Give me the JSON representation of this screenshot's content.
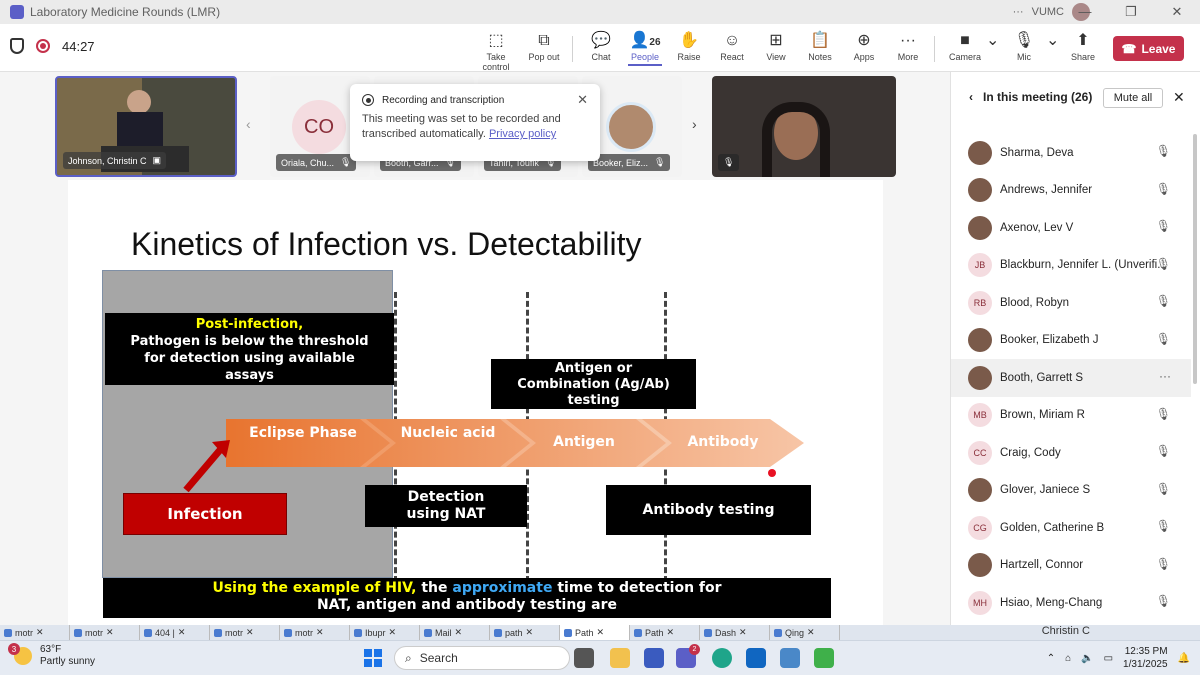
{
  "window": {
    "title": "Laboratory Medicine Rounds (LMR)",
    "account": "VUMC",
    "dots": "···"
  },
  "toolbar": {
    "timer": "44:27",
    "buttons": [
      {
        "label": "Take control",
        "icon": "take-control-icon"
      },
      {
        "label": "Pop out",
        "icon": "pop-out-icon"
      },
      {
        "label": "Chat",
        "icon": "chat-icon"
      },
      {
        "label": "People",
        "icon": "people-icon",
        "count": "26"
      },
      {
        "label": "Raise",
        "icon": "raise-hand-icon"
      },
      {
        "label": "React",
        "icon": "react-icon"
      },
      {
        "label": "View",
        "icon": "view-icon"
      },
      {
        "label": "Notes",
        "icon": "notes-icon"
      },
      {
        "label": "Apps",
        "icon": "apps-icon"
      },
      {
        "label": "More",
        "icon": "more-icon"
      },
      {
        "label": "Camera",
        "icon": "camera-icon"
      },
      {
        "label": "Mic",
        "icon": "mic-off-icon"
      },
      {
        "label": "Share",
        "icon": "share-icon"
      }
    ],
    "leave_label": "Leave"
  },
  "tiles": [
    {
      "name": "Johnson, Christin C"
    },
    {
      "name": "Oriala, Chu...",
      "initials": "CO"
    },
    {
      "name": "Booth, Garr..."
    },
    {
      "name": "Tahiri, Toufik"
    },
    {
      "name": "Booker, Eliz..."
    }
  ],
  "popup": {
    "title": "Recording and transcription",
    "body": "This meeting was set to be recorded and transcribed automatically.",
    "link": "Privacy policy"
  },
  "slide": {
    "title": "Kinetics of Infection vs. Detectability",
    "post_infection_highlight": "Post-infection,",
    "post_infection_text": "Pathogen is below the threshold for detection using available assays",
    "antigen_box": "Antigen or Combination (Ag/Ab) testing",
    "arrow_labels": [
      "Eclipse Phase",
      "Nucleic acid",
      "Antigen",
      "Antibody"
    ],
    "infection_label": "Infection",
    "nat_box": "Detection using NAT",
    "antibody_box": "Antibody testing",
    "bottom_1": "Using the example of HIV,",
    "bottom_2": " the ",
    "bottom_3": "approximate",
    "bottom_4": " time to detection for",
    "bottom_5": "NAT, antigen and antibody testing are"
  },
  "panel": {
    "title": "In this meeting (26)",
    "mute_all": "Mute all",
    "participants": [
      {
        "name": "Sharma, Deva",
        "initials": ""
      },
      {
        "name": "Andrews, Jennifer",
        "initials": ""
      },
      {
        "name": "Axenov, Lev V",
        "initials": ""
      },
      {
        "name": "Blackburn, Jennifer L. (Unverifi...",
        "initials": "JB"
      },
      {
        "name": "Blood, Robyn",
        "initials": "RB"
      },
      {
        "name": "Booker, Elizabeth J",
        "initials": ""
      },
      {
        "name": "Booth, Garrett S",
        "initials": ""
      },
      {
        "name": "Brown, Miriam R",
        "initials": "MB"
      },
      {
        "name": "Craig, Cody",
        "initials": "CC"
      },
      {
        "name": "Glover, Janiece S",
        "initials": ""
      },
      {
        "name": "Golden, Catherine B",
        "initials": "CG"
      },
      {
        "name": "Hartzell, Connor",
        "initials": ""
      },
      {
        "name": "Hsiao, Meng-Chang",
        "initials": "MH"
      }
    ]
  },
  "browser_tabs": [
    "motr",
    "motr",
    "404 |",
    "motr",
    "motr",
    "Ibupr",
    "Mail",
    "path",
    "Path",
    "Path",
    "Dash",
    "Qing"
  ],
  "taskbar": {
    "temp": "63°F",
    "weather": "Partly sunny",
    "weather_badge": "3",
    "search": "Search",
    "teams_badge": "2",
    "time": "12:35 PM",
    "date": "1/31/2025",
    "partial_name": "Christin C"
  }
}
